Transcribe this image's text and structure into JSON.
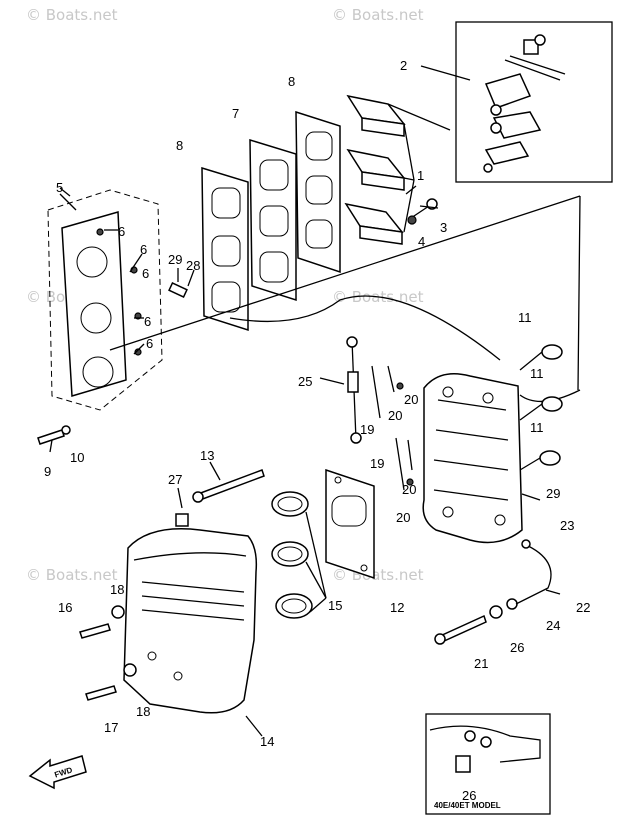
{
  "watermarks": [
    "© Boats.net",
    "© Boats.net",
    "© Boats.net",
    "© Boats.net",
    "© Boats.net",
    "© Boats.net"
  ],
  "callouts": [
    "1",
    "2",
    "3",
    "4",
    "5",
    "6",
    "6",
    "6",
    "6",
    "6",
    "7",
    "8",
    "8",
    "9",
    "10",
    "11",
    "11",
    "11",
    "12",
    "13",
    "14",
    "15",
    "16",
    "17",
    "18",
    "18",
    "19",
    "19",
    "20",
    "20",
    "20",
    "20",
    "21",
    "22",
    "23",
    "24",
    "25",
    "26",
    "26",
    "27",
    "28",
    "29",
    "29"
  ],
  "inset_note": "40E/40ET MODEL",
  "direction_badge": "FWD"
}
